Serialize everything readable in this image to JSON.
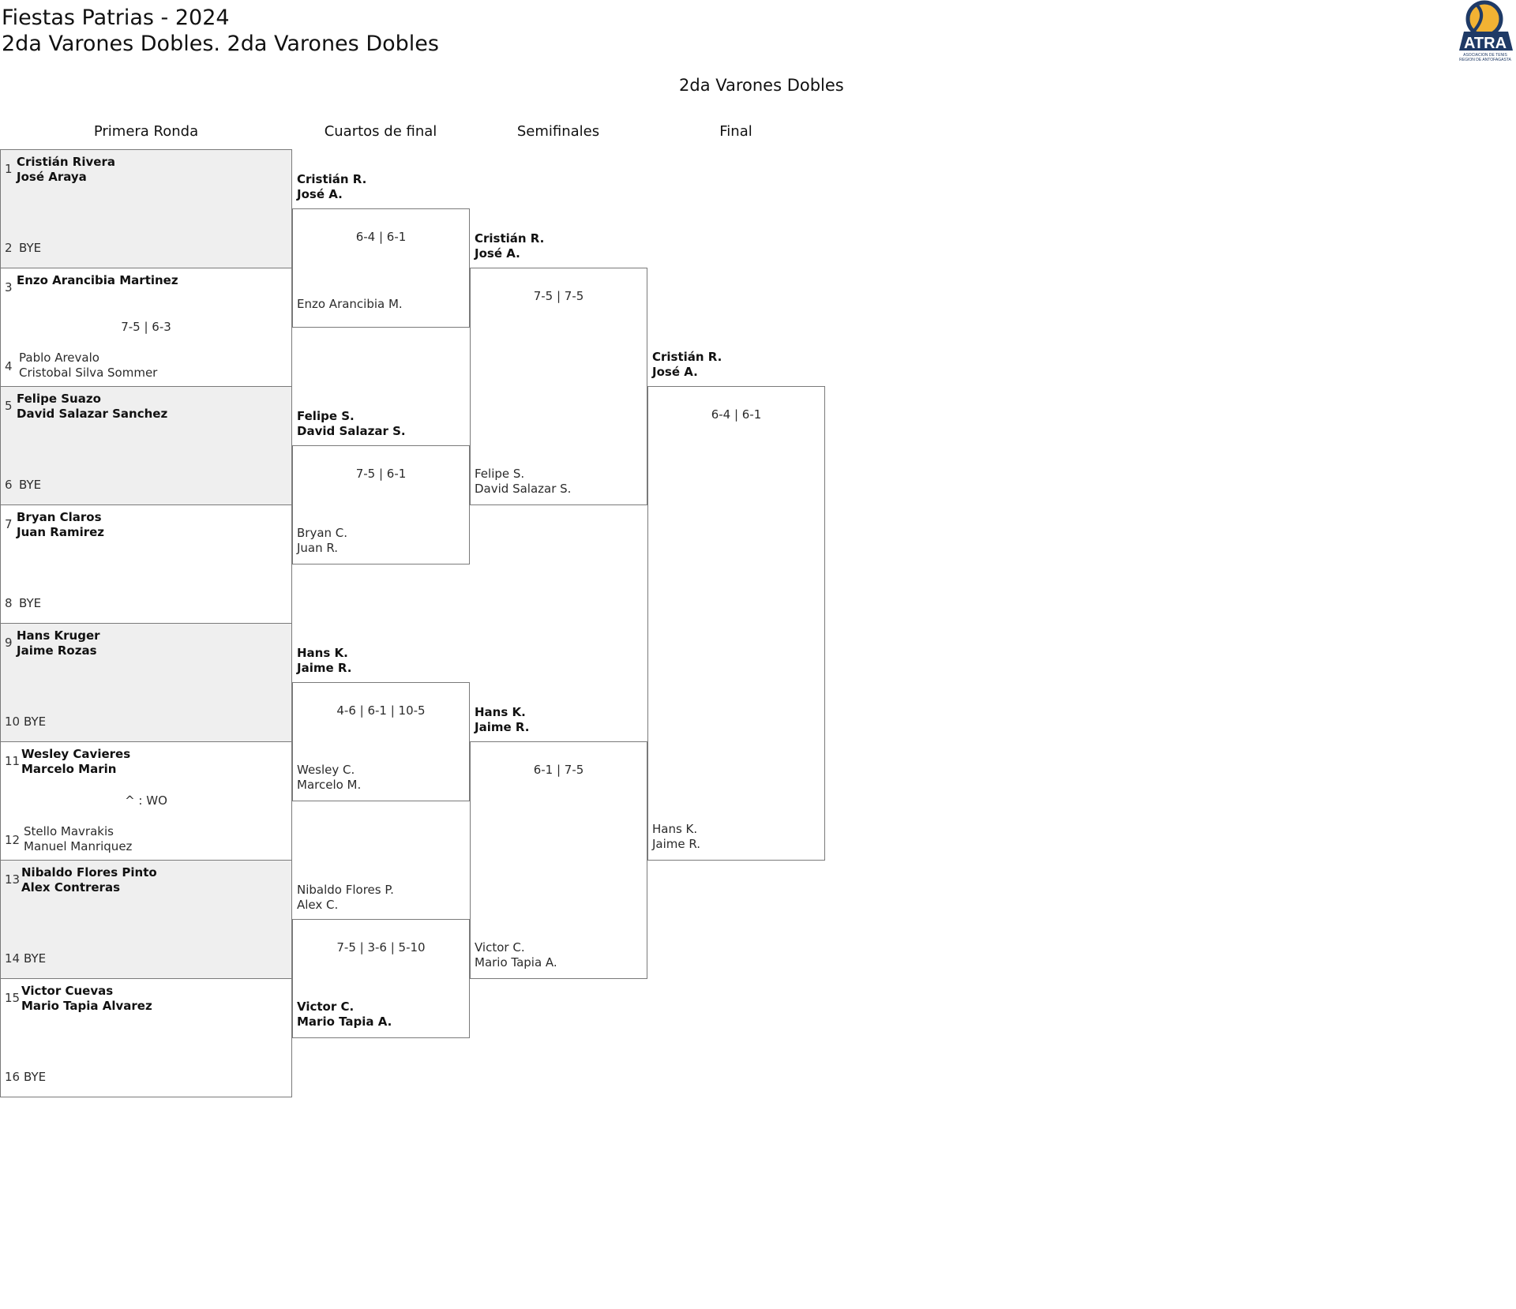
{
  "header": {
    "line1": "Fiestas Patrias - 2024",
    "line2": "2da Varones Dobles. 2da Varones Dobles",
    "draw_title": "2da Varones Dobles"
  },
  "logo": {
    "name": "ATRA",
    "subtitle_lines": [
      "ASOCIACION DE TENIS",
      "REGION DE ANTOFAGASTA"
    ],
    "colors": {
      "navy": "#1f3a66",
      "gold": "#f2b233"
    }
  },
  "rounds": [
    "Primera Ronda",
    "Cuartos de final",
    "Semifinales",
    "Final"
  ],
  "first_round": [
    {
      "top": {
        "seed": "1",
        "players": [
          "Cristián Rivera",
          "José Araya"
        ],
        "winner": true
      },
      "bottom": {
        "seed": "2",
        "players": [
          "BYE"
        ],
        "winner": false
      },
      "score": "",
      "shaded": true
    },
    {
      "top": {
        "seed": "3",
        "players": [
          "Enzo Arancibia Martinez"
        ],
        "winner": true
      },
      "bottom": {
        "seed": "4",
        "players": [
          "Pablo Arevalo",
          "Cristobal Silva Sommer"
        ],
        "winner": false
      },
      "score": "7-5 | 6-3",
      "shaded": false
    },
    {
      "top": {
        "seed": "5",
        "players": [
          "Felipe Suazo",
          "David Salazar Sanchez"
        ],
        "winner": true
      },
      "bottom": {
        "seed": "6",
        "players": [
          "BYE"
        ],
        "winner": false
      },
      "score": "",
      "shaded": true
    },
    {
      "top": {
        "seed": "7",
        "players": [
          "Bryan Claros",
          "Juan Ramirez"
        ],
        "winner": true
      },
      "bottom": {
        "seed": "8",
        "players": [
          "BYE"
        ],
        "winner": false
      },
      "score": "",
      "shaded": false
    },
    {
      "top": {
        "seed": "9",
        "players": [
          "Hans Kruger",
          "Jaime Rozas"
        ],
        "winner": true
      },
      "bottom": {
        "seed": "10",
        "players": [
          "BYE"
        ],
        "winner": false
      },
      "score": "",
      "shaded": true
    },
    {
      "top": {
        "seed": "11",
        "players": [
          "Wesley Cavieres",
          "Marcelo Marin"
        ],
        "winner": true
      },
      "bottom": {
        "seed": "12",
        "players": [
          "Stello Mavrakis",
          "Manuel Manriquez"
        ],
        "winner": false
      },
      "score": "^ : WO",
      "shaded": false
    },
    {
      "top": {
        "seed": "13",
        "players": [
          "Nibaldo Flores Pinto",
          "Alex Contreras"
        ],
        "winner": true
      },
      "bottom": {
        "seed": "14",
        "players": [
          "BYE"
        ],
        "winner": false
      },
      "score": "",
      "shaded": true
    },
    {
      "top": {
        "seed": "15",
        "players": [
          "Victor Cuevas",
          "Mario Tapia Alvarez"
        ],
        "winner": true
      },
      "bottom": {
        "seed": "16",
        "players": [
          "BYE"
        ],
        "winner": false
      },
      "score": "",
      "shaded": false
    }
  ],
  "quarterfinals": [
    {
      "top": {
        "players": [
          "Cristián R.",
          "José A."
        ],
        "winner": true
      },
      "bottom": {
        "players": [
          "Enzo Arancibia M."
        ],
        "winner": false
      },
      "score": "6-4 | 6-1"
    },
    {
      "top": {
        "players": [
          "Felipe S.",
          "David Salazar S."
        ],
        "winner": true
      },
      "bottom": {
        "players": [
          "Bryan C.",
          "Juan R."
        ],
        "winner": false
      },
      "score": "7-5 | 6-1"
    },
    {
      "top": {
        "players": [
          "Hans K.",
          "Jaime R."
        ],
        "winner": true
      },
      "bottom": {
        "players": [
          "Wesley C.",
          "Marcelo M."
        ],
        "winner": false
      },
      "score": "4-6 | 6-1 | 10-5"
    },
    {
      "top": {
        "players": [
          "Nibaldo Flores P.",
          "Alex C."
        ],
        "winner": false
      },
      "bottom": {
        "players": [
          "Victor C.",
          "Mario Tapia A."
        ],
        "winner": true
      },
      "score": "7-5 | 3-6 | 5-10"
    }
  ],
  "semifinals": [
    {
      "top": {
        "players": [
          "Cristián R.",
          "José A."
        ],
        "winner": true
      },
      "bottom": {
        "players": [
          "Felipe S.",
          "David Salazar S."
        ],
        "winner": false
      },
      "score": "7-5 | 7-5"
    },
    {
      "top": {
        "players": [
          "Hans K.",
          "Jaime R."
        ],
        "winner": true
      },
      "bottom": {
        "players": [
          "Victor C.",
          "Mario Tapia A."
        ],
        "winner": false
      },
      "score": "6-1 | 7-5"
    }
  ],
  "final": [
    {
      "top": {
        "players": [
          "Cristián R.",
          "José A."
        ],
        "winner": true
      },
      "bottom": {
        "players": [
          "Hans K.",
          "Jaime R."
        ],
        "winner": false
      },
      "score": "6-4 | 6-1"
    }
  ]
}
